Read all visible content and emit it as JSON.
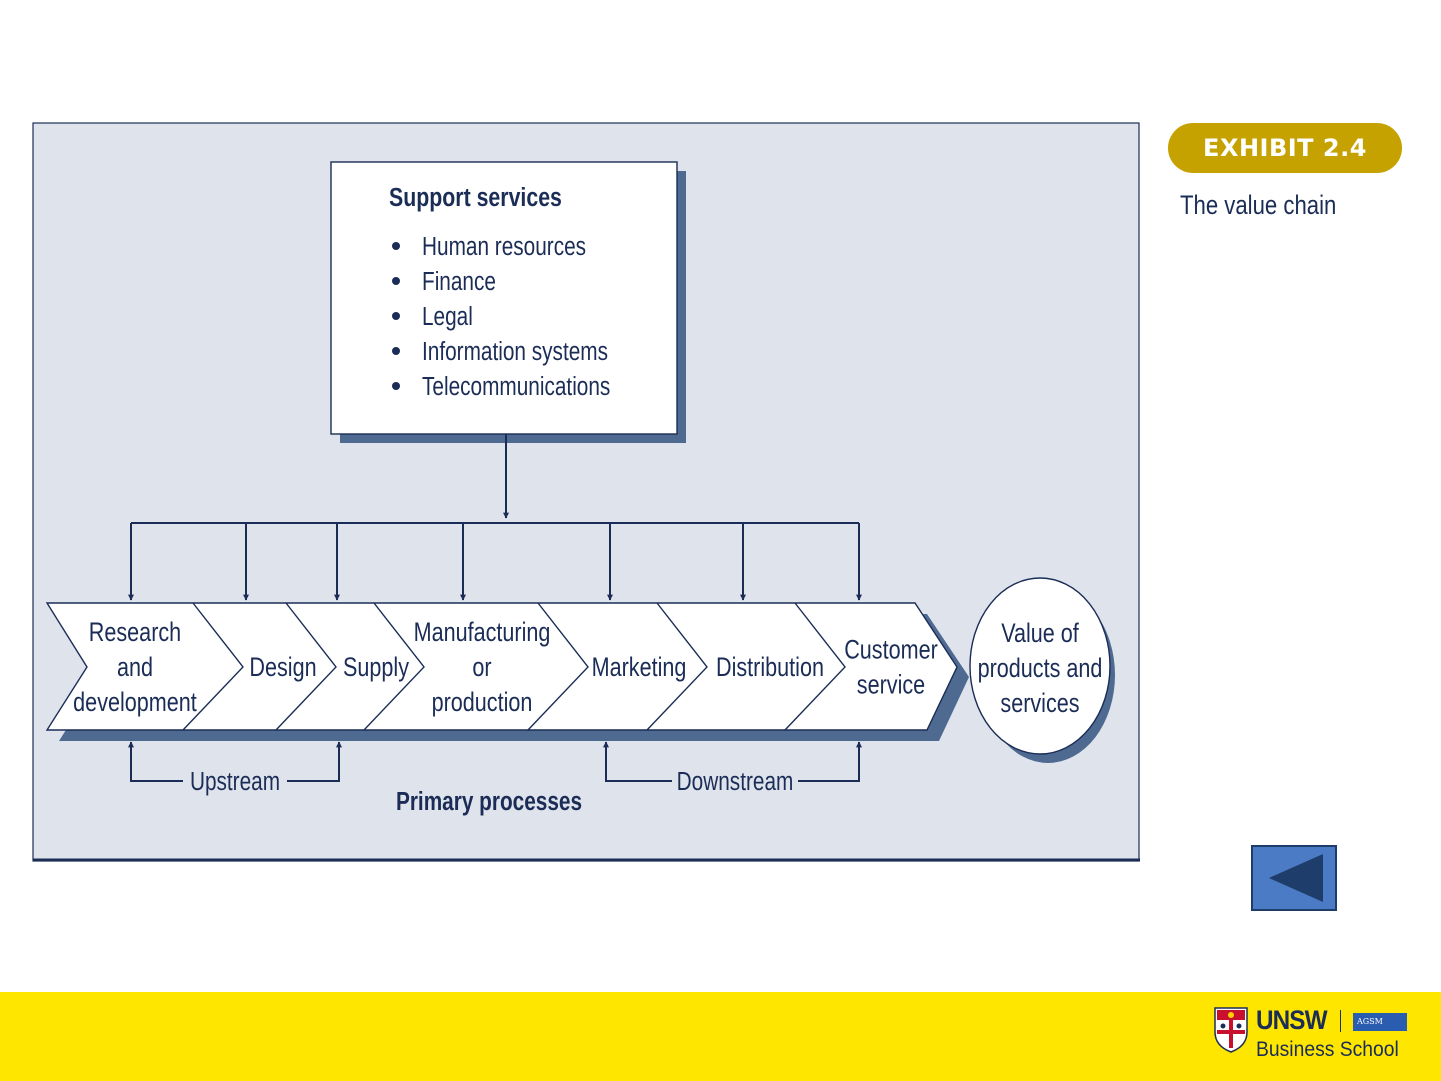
{
  "exhibit": {
    "label": "EXHIBIT 2.4",
    "title": "The value chain",
    "accent_color": "#c6a200"
  },
  "diagram": {
    "panel_color": "#dfe3ec",
    "shadow_color": "#4f6a91",
    "support": {
      "title": "Support services",
      "items": [
        "Human resources",
        "Finance",
        "Legal",
        "Information systems",
        "Telecommunications"
      ]
    },
    "primary_steps": [
      {
        "id": "research",
        "lines": [
          "Research",
          "and",
          "development"
        ]
      },
      {
        "id": "design",
        "lines": [
          "Design"
        ]
      },
      {
        "id": "supply",
        "lines": [
          "Supply"
        ]
      },
      {
        "id": "manufacturing",
        "lines": [
          "Manufacturing",
          "or",
          "production"
        ]
      },
      {
        "id": "marketing",
        "lines": [
          "Marketing"
        ]
      },
      {
        "id": "distribution",
        "lines": [
          "Distribution"
        ]
      },
      {
        "id": "customer-service",
        "lines": [
          "Customer",
          "service"
        ]
      }
    ],
    "value_node": {
      "lines": [
        "Value of",
        "products and",
        "services"
      ]
    },
    "upstream_label": "Upstream",
    "downstream_label": "Downstream",
    "primary_label": "Primary processes"
  },
  "navigation": {
    "back_icon": "left-triangle-icon",
    "button_color": "#4a7bc4"
  },
  "footer": {
    "background_color": "#ffe600",
    "logo_main": "UNSW",
    "logo_badge": "AGSM",
    "logo_sub": "Business School"
  }
}
